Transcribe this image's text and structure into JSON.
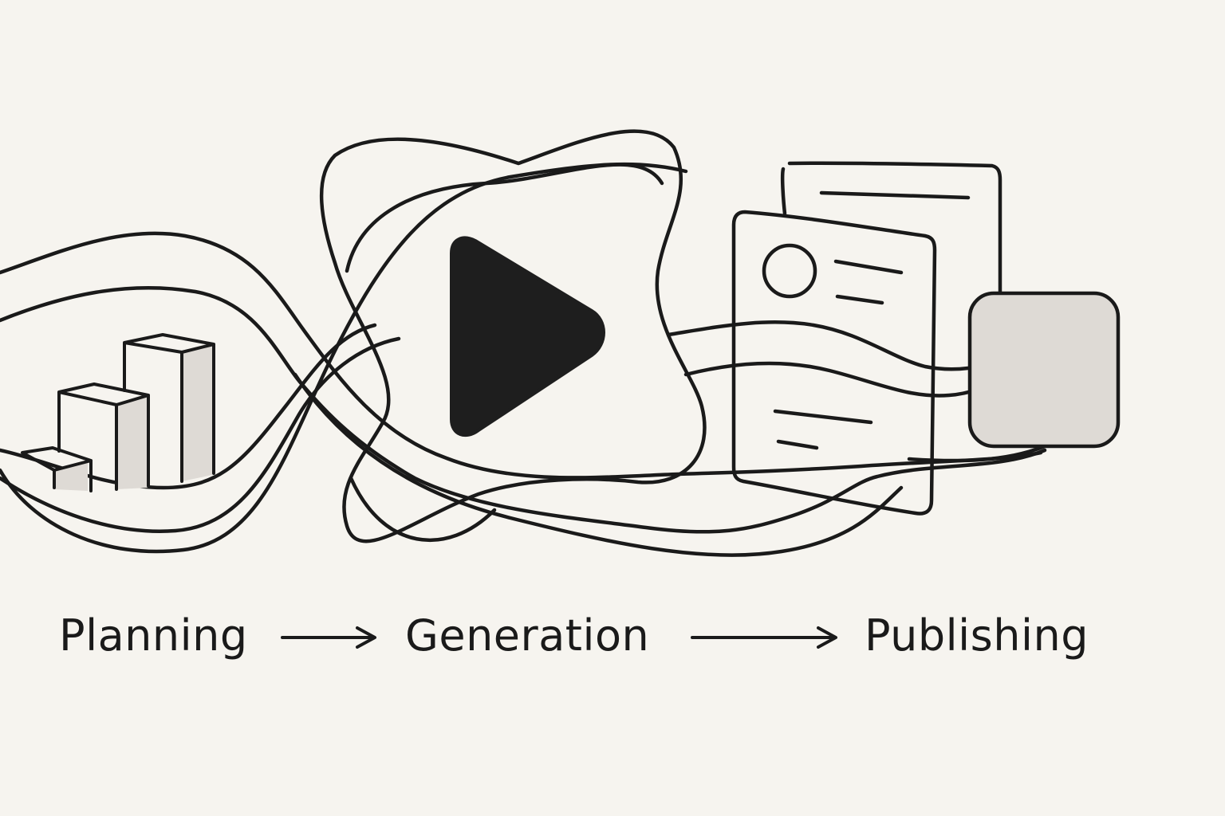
{
  "flow": {
    "stages": [
      {
        "label": "Planning",
        "icon": "bar-chart-icon"
      },
      {
        "label": "Generation",
        "icon": "play-icon"
      },
      {
        "label": "Publishing",
        "icon": "documents-icon"
      }
    ],
    "connector_icon": "arrow-right-icon"
  },
  "colors": {
    "background": "#f6f4ef",
    "ink": "#1a1a1a",
    "fill_light": "#dedad5"
  }
}
